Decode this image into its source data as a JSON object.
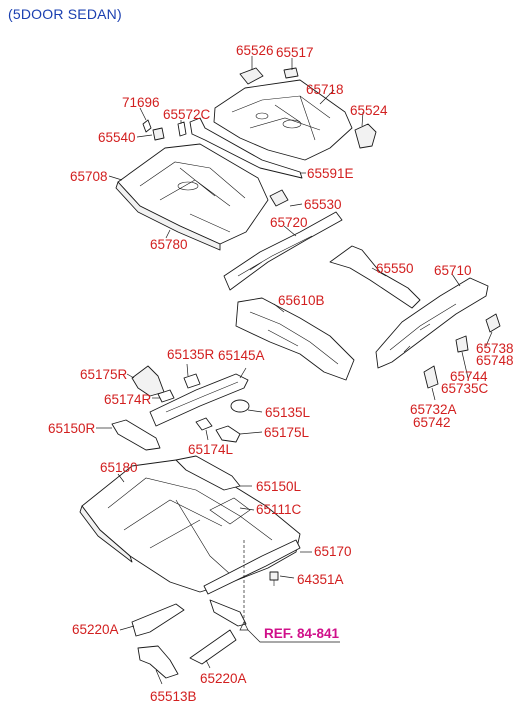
{
  "header": {
    "title": "(5DOOR SEDAN)"
  },
  "labels": {
    "p65526": "65526",
    "p65517": "65517",
    "p65718": "65718",
    "p71696": "71696",
    "p65572C": "65572C",
    "p65524": "65524",
    "p65540": "65540",
    "p65708": "65708",
    "p65591E": "65591E",
    "p65530": "65530",
    "p65780": "65780",
    "p65720": "65720",
    "p65550": "65550",
    "p65710": "65710",
    "p65610B": "65610B",
    "p65135R": "65135R",
    "p65175R": "65175R",
    "p65145A": "65145A",
    "p65738": "65738",
    "p65748": "65748",
    "p65744": "65744",
    "p65735C": "65735C",
    "p65174R": "65174R",
    "p65135L": "65135L",
    "p65732A": "65732A",
    "p65742": "65742",
    "p65150R": "65150R",
    "p65175L": "65175L",
    "p65174L": "65174L",
    "p65180": "65180",
    "p65150L": "65150L",
    "p65111C": "65111C",
    "p65170": "65170",
    "p64351A": "64351A",
    "p65220A_left": "65220A",
    "p65220A_bottom": "65220A",
    "p65513B": "65513B"
  },
  "reference": {
    "text": "REF. 84-841"
  },
  "colors": {
    "label": "#d21f1f",
    "title": "#1a3fb0",
    "reference": "#d0108a",
    "line": "#1a1a1a"
  }
}
